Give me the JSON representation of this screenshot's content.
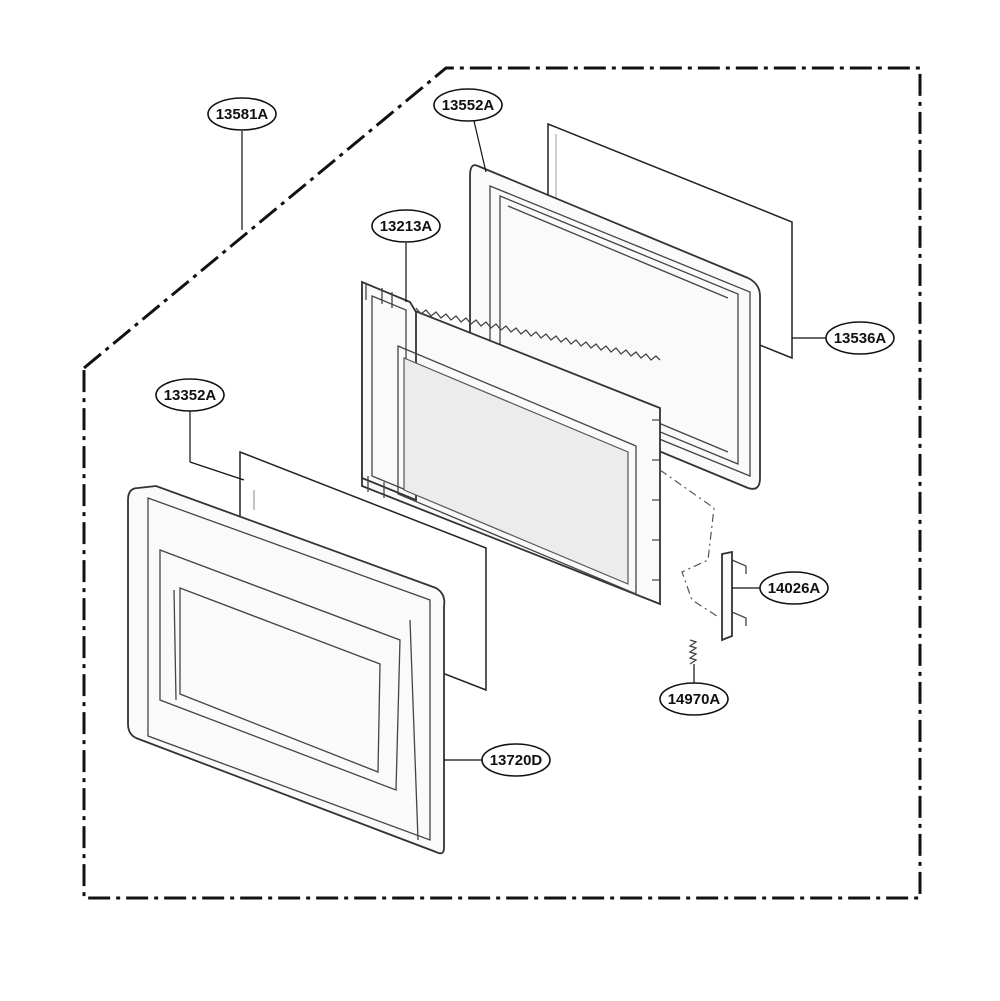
{
  "diagram": {
    "callouts": [
      {
        "id": "c-13581A",
        "label": "13581A"
      },
      {
        "id": "c-13552A",
        "label": "13552A"
      },
      {
        "id": "c-13213A",
        "label": "13213A"
      },
      {
        "id": "c-13536A",
        "label": "13536A"
      },
      {
        "id": "c-13352A",
        "label": "13352A"
      },
      {
        "id": "c-14026A",
        "label": "14026A"
      },
      {
        "id": "c-14970A",
        "label": "14970A"
      },
      {
        "id": "c-13720D",
        "label": "13720D"
      }
    ]
  }
}
